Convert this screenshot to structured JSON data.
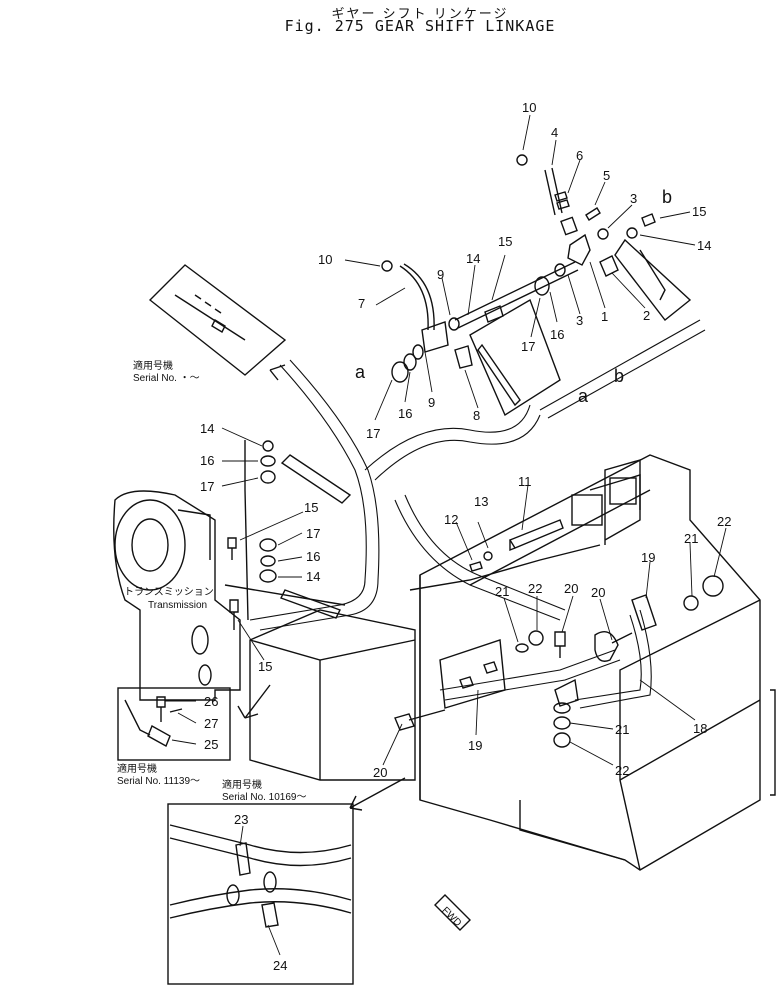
{
  "title": {
    "japanese": "ギヤー シフト リンケージ",
    "english": "Fig. 275  GEAR SHIFT LINKAGE"
  },
  "notes": {
    "serial_top_jp": "適用号機",
    "serial_top": "Serial No. ・～",
    "transmission_jp": "トランスミッション",
    "transmission": "Transmission",
    "serial_mid_jp": "適用号機",
    "serial_mid": "Serial No. 11139～",
    "serial_bottom_jp": "適用号機",
    "serial_bottom": "Serial No. 10169～",
    "fwd": "FWD"
  },
  "letters": {
    "a": "a",
    "b": "b"
  },
  "callouts": [
    "10",
    "4",
    "6",
    "5",
    "3",
    "15",
    "14",
    "10",
    "9",
    "14",
    "15",
    "7",
    "1",
    "2",
    "3",
    "16",
    "17",
    "17",
    "16",
    "9",
    "8",
    "14",
    "16",
    "17",
    "15",
    "17",
    "16",
    "14",
    "15",
    "13",
    "12",
    "11",
    "22",
    "21",
    "19",
    "22",
    "21",
    "20",
    "20",
    "18",
    "21",
    "22",
    "19",
    "20",
    "26",
    "27",
    "25",
    "23",
    "24"
  ]
}
